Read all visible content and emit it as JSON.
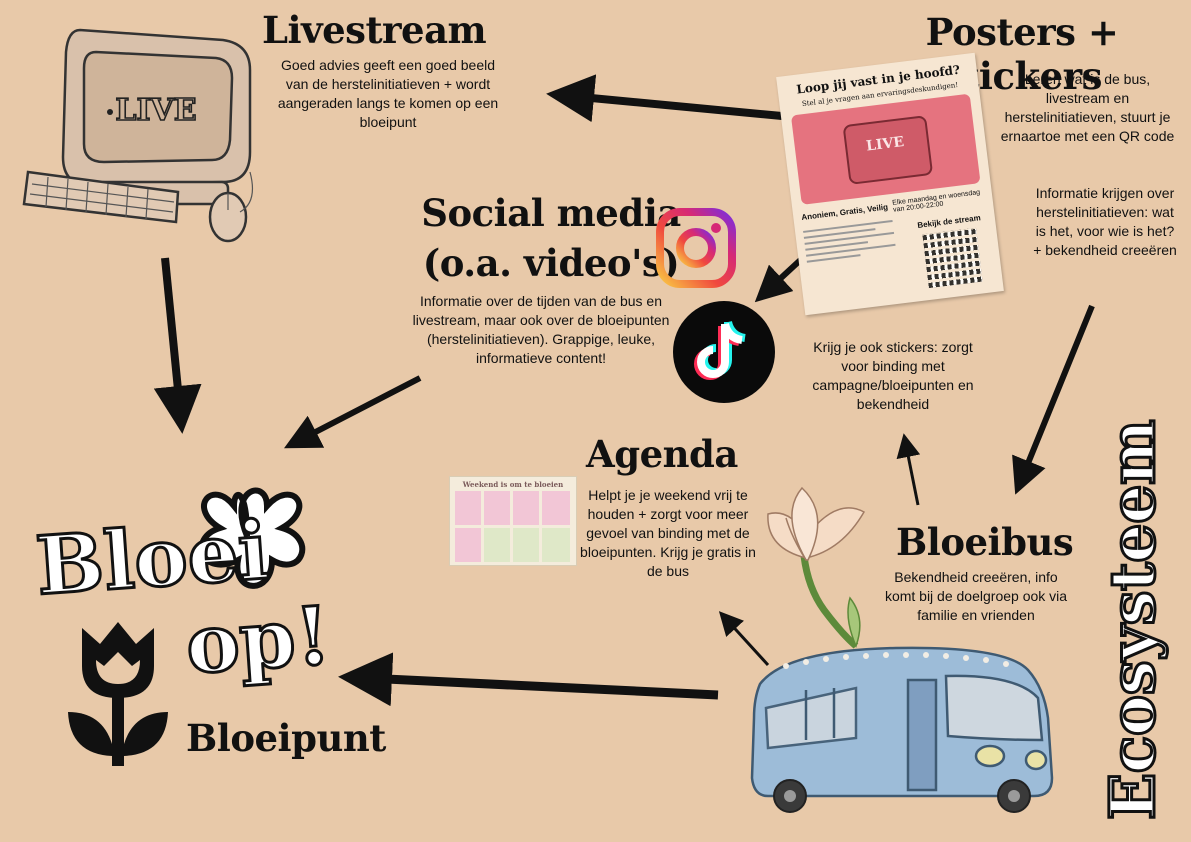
{
  "livestream": {
    "title": "Livestream",
    "text": "Goed advies geeft een goed beeld van de herstelinitiatieven + wordt aangeraden langs te komen op een bloeipunt",
    "screen_label": "LIVE"
  },
  "posters": {
    "title": "Posters + stickers",
    "text1": "Leren wat is de bus, livestream en herstelinitiatieven, stuurt je ernaartoe met een QR code",
    "text2": "Informatie krijgen over herstelinitiatieven: wat is het, voor wie is het? + bekendheid creeëren",
    "poster_headline": "Loop jij vast in je hoofd?",
    "poster_sub": "Stel al je vragen aan ervaringsdeskundigen!",
    "poster_screen": "LIVE",
    "poster_info1": "Anoniem, Gratis, Veilig",
    "poster_info2": "Elke maandag en woensdag van 20:00-22:00",
    "poster_info3": "Bekijk de stream"
  },
  "social": {
    "title1": "Social media",
    "title2": "(o.a. video's)",
    "text": "Informatie over de tijden van de bus en livestream, maar ook over de bloeipunten (herstelinitiatieven). Grappige, leuke, informatieve content!"
  },
  "stickers": {
    "text": "Krijg je ook stickers: zorgt voor binding met campagne/bloeipunten en bekendheid"
  },
  "agenda": {
    "title": "Agenda",
    "text": "Helpt je je weekend vrij te houden + zorgt voor meer gevoel van binding met de bloeipunten. Krijg je gratis in de bus",
    "planner_title": "Weekend is om te bloeien"
  },
  "bloeibus": {
    "title": "Bloeibus",
    "text": "Bekendheid creeëren, info komt bij de doelgroep ook via familie en vrienden"
  },
  "brand": {
    "line1": "Bloei",
    "line2": "op!",
    "bloeipunt": "Bloeipunt"
  },
  "side_title": "Ecosysteem",
  "colors": {
    "background": "#e8c9a9",
    "ink": "#111111",
    "bus": "#9dbcd8",
    "poster_pink": "#e5737f",
    "planner_pink": "#f2c6d6",
    "planner_green": "#dfe8c8"
  }
}
